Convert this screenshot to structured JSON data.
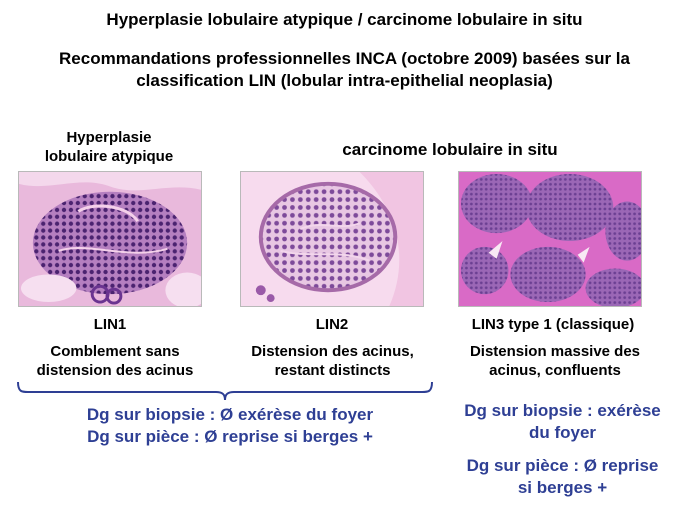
{
  "title": "Hyperplasie lobulaire atypique / carcinome lobulaire in situ",
  "subtitle": {
    "line1": "Recommandations professionnelles INCA (octobre 2009) basées sur la",
    "line2": "classification LIN (lobular intra-epithelial neoplasia)"
  },
  "headings": {
    "hyperplasie": {
      "line1": "Hyperplasie",
      "line2": "lobulaire atypique"
    },
    "cis": "carcinome lobulaire in situ"
  },
  "grades": [
    {
      "label": "LIN1",
      "desc_line1": "Comblement sans",
      "desc_line2": "distension des acinus"
    },
    {
      "label": "LIN2",
      "desc_line1": "Distension des acinus,",
      "desc_line2": "restant distincts"
    },
    {
      "label": "LIN3 type 1 (classique)",
      "desc_line1": "Distension massive des",
      "desc_line2": "acinus, confluents"
    }
  ],
  "notes": {
    "left": {
      "line1": "Dg sur biopsie : Ø exérèse du foyer",
      "line2": "Dg sur pièce : Ø reprise si berges +"
    },
    "right_biopsy": {
      "line1": "Dg sur biopsie : exérèse",
      "line2": "du foyer"
    },
    "right_piece": {
      "line1": "Dg sur pièce : Ø reprise",
      "line2": "si berges +"
    }
  },
  "colors": {
    "accent_text": "#2e3f94",
    "brace": "#2e3f94"
  }
}
